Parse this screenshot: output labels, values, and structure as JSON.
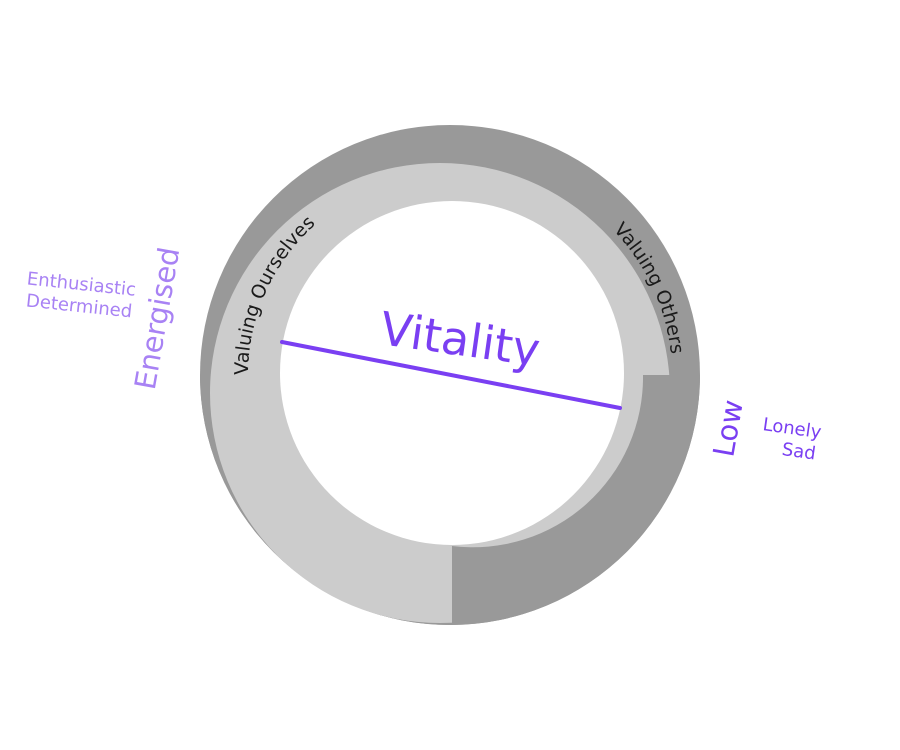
{
  "title": "Vitality",
  "ring_labels": {
    "left": "Valuing Ourselves",
    "right": "Valuing Others"
  },
  "high_pole": {
    "label": "Energised",
    "descriptors": [
      "Enthusiastic",
      "Determined"
    ]
  },
  "low_pole": {
    "label": "Low",
    "descriptors": [
      "Lonely",
      "Sad"
    ]
  },
  "colors": {
    "outer_ring": "#999999",
    "inner_ring": "#cccccc",
    "accent": "#7a3ff2",
    "high_pole": "#a882f4",
    "low_pole": "#7a3ff2",
    "ring_text": "#1a1a1a"
  }
}
